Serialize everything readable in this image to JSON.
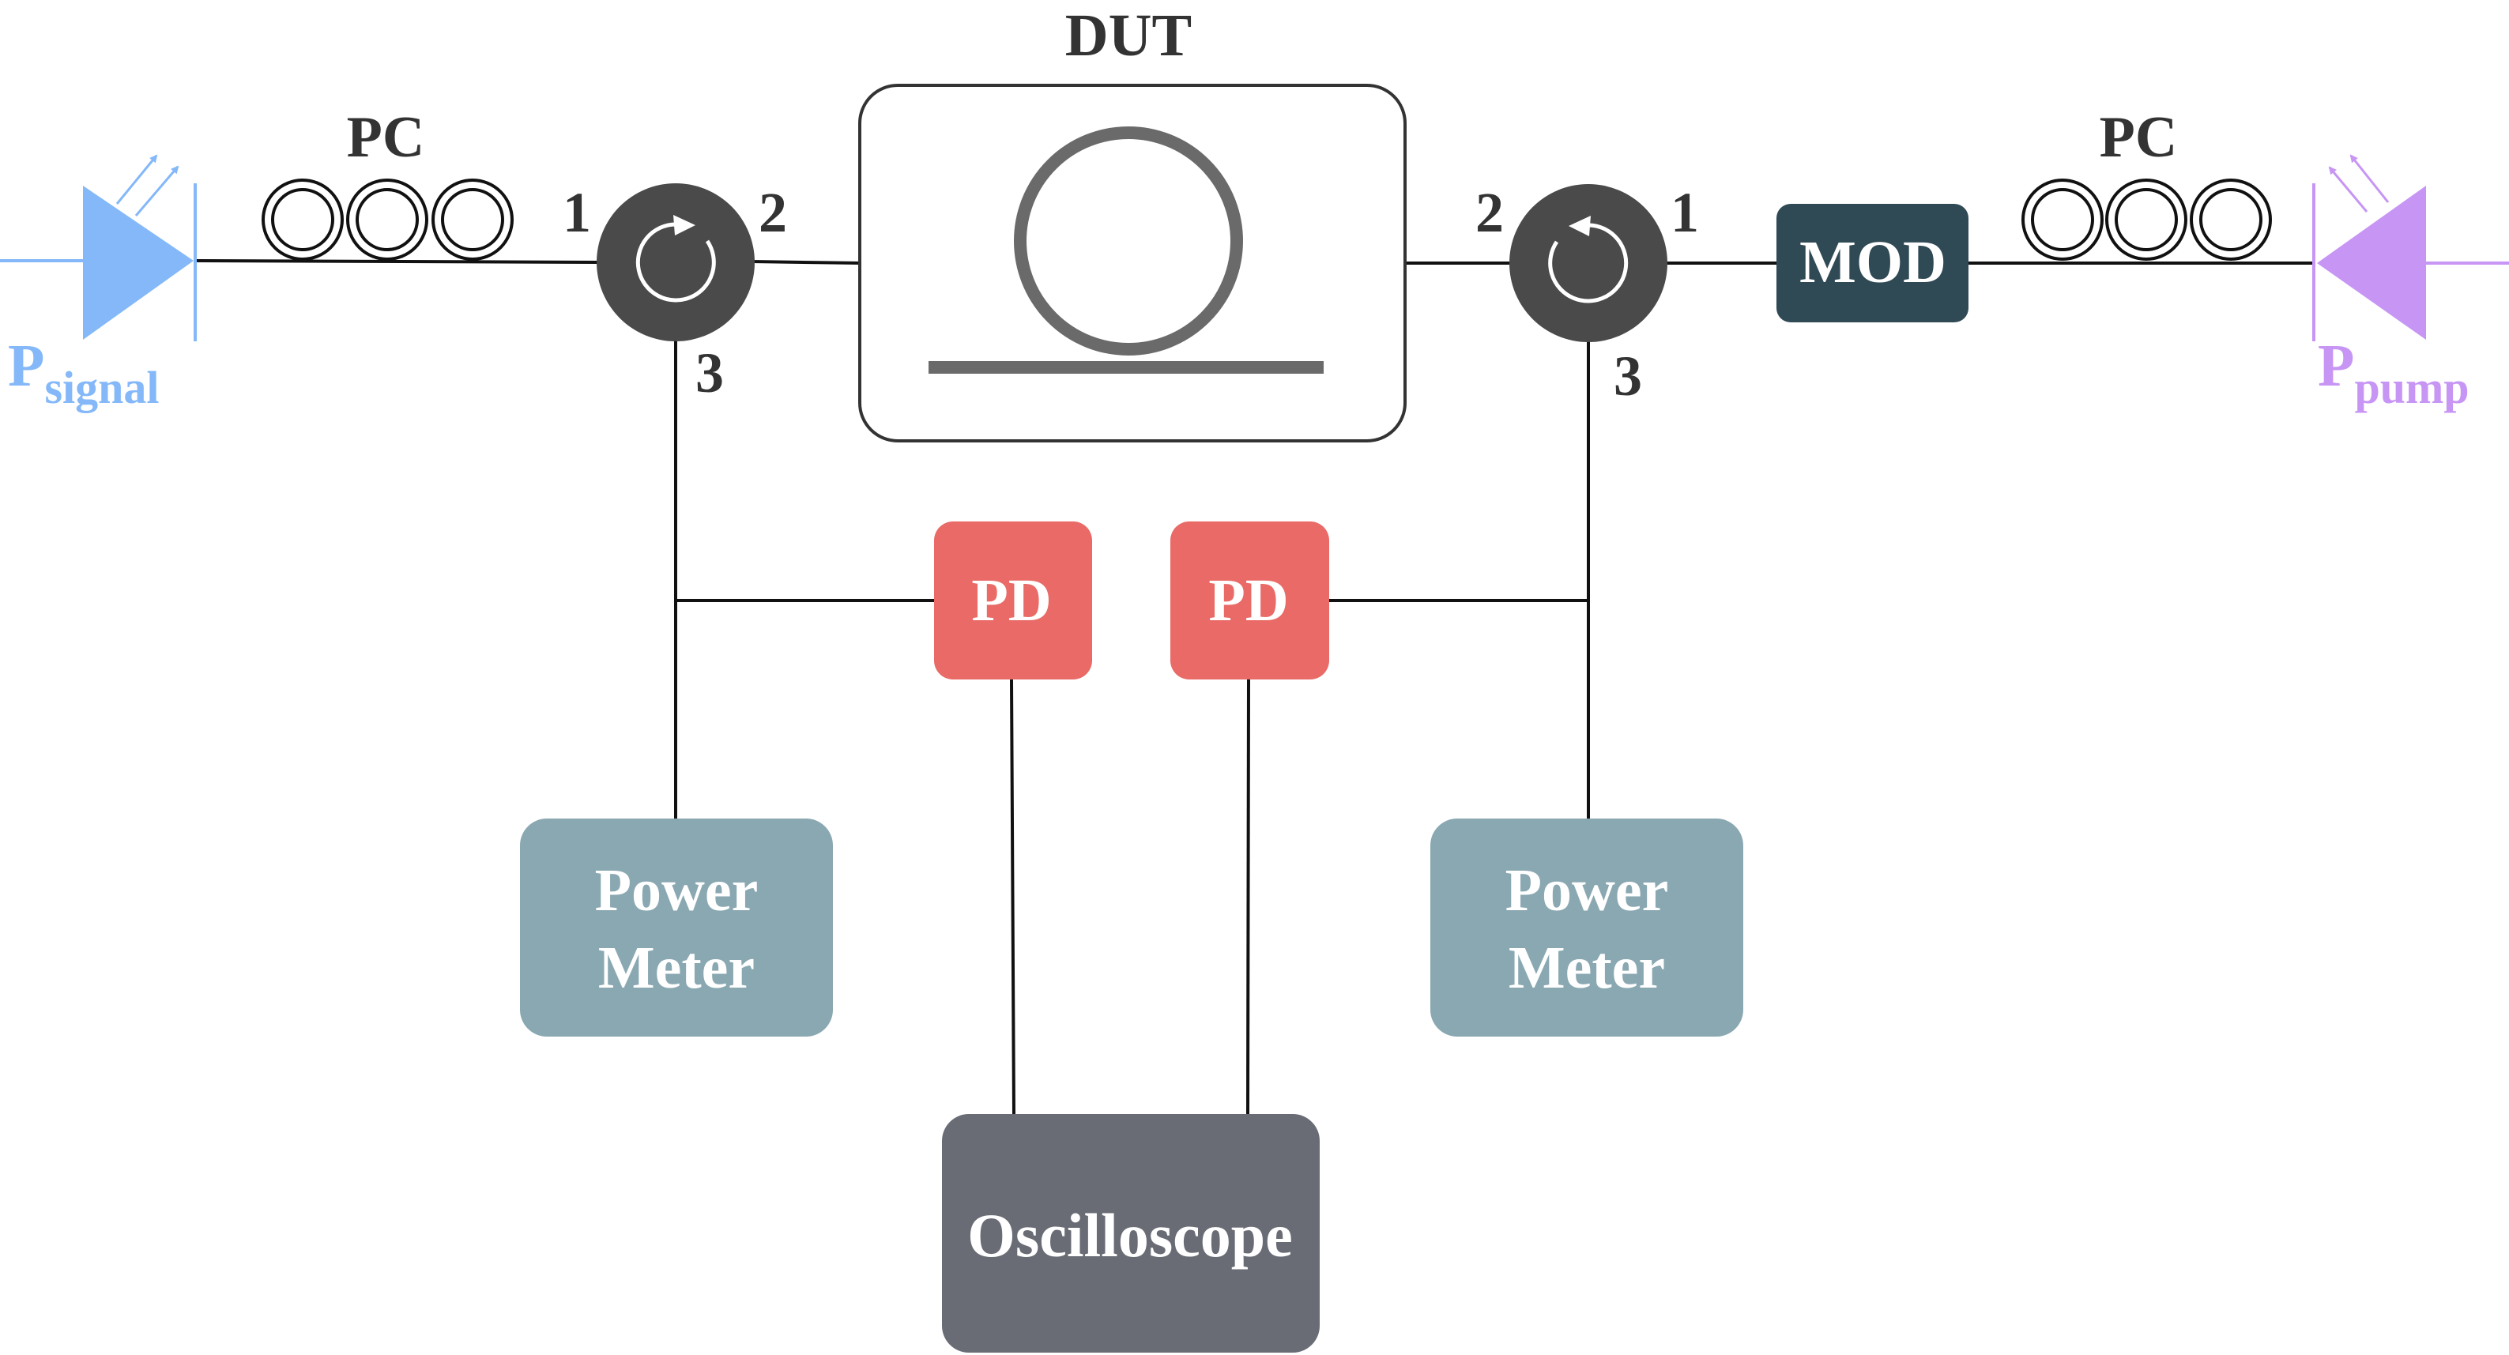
{
  "labels": {
    "dut": "DUT",
    "pc": "PC",
    "mod": "MOD",
    "pd": "PD",
    "power_meter_line1": "Power",
    "power_meter_line2": "Meter",
    "oscilloscope": "Oscilloscope",
    "signal_main": "P",
    "signal_sub": "signal",
    "pump_main": "P",
    "pump_sub": "pump",
    "port_1": "1",
    "port_2": "2",
    "port_3": "3"
  },
  "colors": {
    "signal": "#84b8f8",
    "pump": "#c795f4",
    "circulator": "#4a4a4a",
    "mod": "#2f4a55",
    "pd": "#e96a66",
    "power_meter": "#8aa8b2",
    "oscilloscope": "#696c75",
    "ring": "#6a6a6a",
    "line": "#111111"
  },
  "icons": {
    "left_circulator": "clockwise-arrow-icon",
    "right_circulator": "counterclockwise-arrow-icon",
    "signal_source": "laser-diode-icon",
    "pump_source": "laser-diode-icon"
  }
}
